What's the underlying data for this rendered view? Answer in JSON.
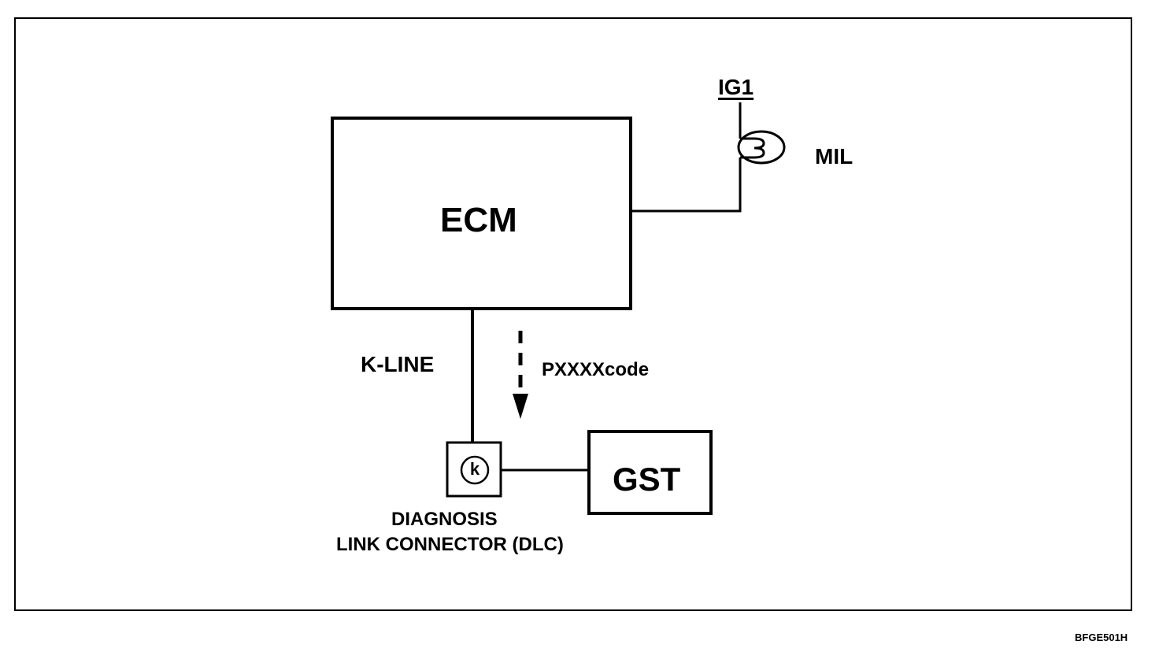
{
  "diagram": {
    "ecm": {
      "label": "ECM"
    },
    "gst": {
      "label": "GST"
    },
    "ig1": {
      "label": "IG1"
    },
    "mil": {
      "label": "MIL"
    },
    "kline": {
      "label": "K-LINE"
    },
    "code": {
      "label": "PXXXXcode"
    },
    "dlc": {
      "letter": "k",
      "line1": "DIAGNOSIS",
      "line2": "LINK CONNECTOR (DLC)"
    },
    "figure_id": "BFGE501H"
  }
}
